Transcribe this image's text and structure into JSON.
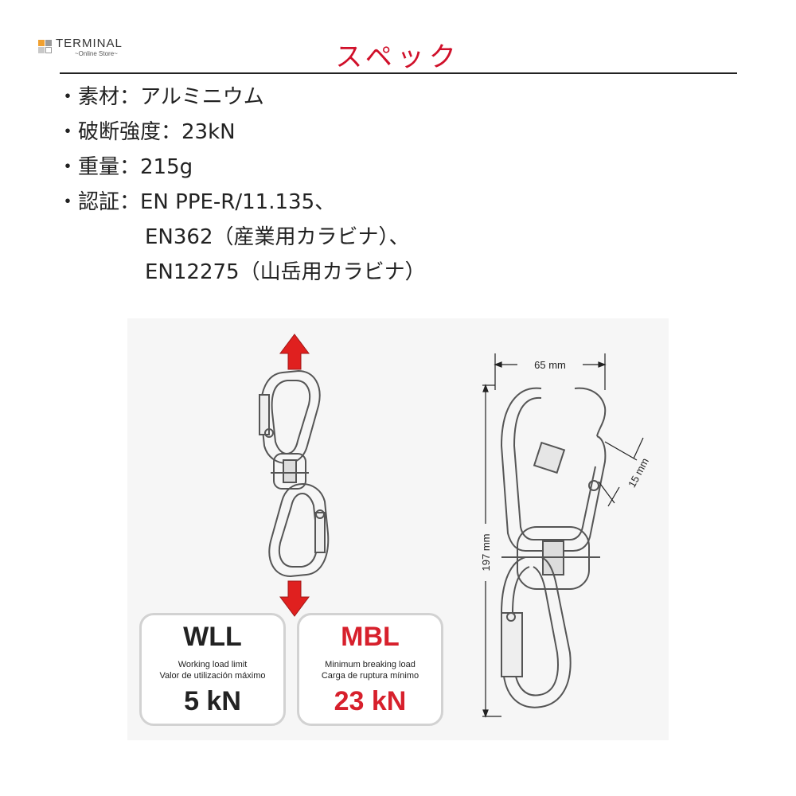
{
  "logo": {
    "name": "TERMINAL",
    "sub": "~Online Store~"
  },
  "page_title": "スペック",
  "specs": [
    "・素材：アルミニウム",
    "・破断強度：23kN",
    "・重量：215g",
    "・認証：EN PPE-R/11.135、",
    "EN362（産業用カラビナ）、",
    "EN12275（山岳用カラビナ）"
  ],
  "colors": {
    "title": "#d0102a",
    "mbl": "#d7202c",
    "arrow": "#e0201f"
  },
  "cards": {
    "wll": {
      "title": "WLL",
      "desc_en": "Working load limit",
      "desc_es": "Valor de utilización máximo",
      "value": "5 kN"
    },
    "mbl": {
      "title": "MBL",
      "desc_en": "Minimum breaking load",
      "desc_es": "Carga de ruptura mínimo",
      "value": "23 kN"
    }
  },
  "dimensions": {
    "width": "65 mm",
    "length": "197 mm",
    "gate": "15 mm"
  }
}
